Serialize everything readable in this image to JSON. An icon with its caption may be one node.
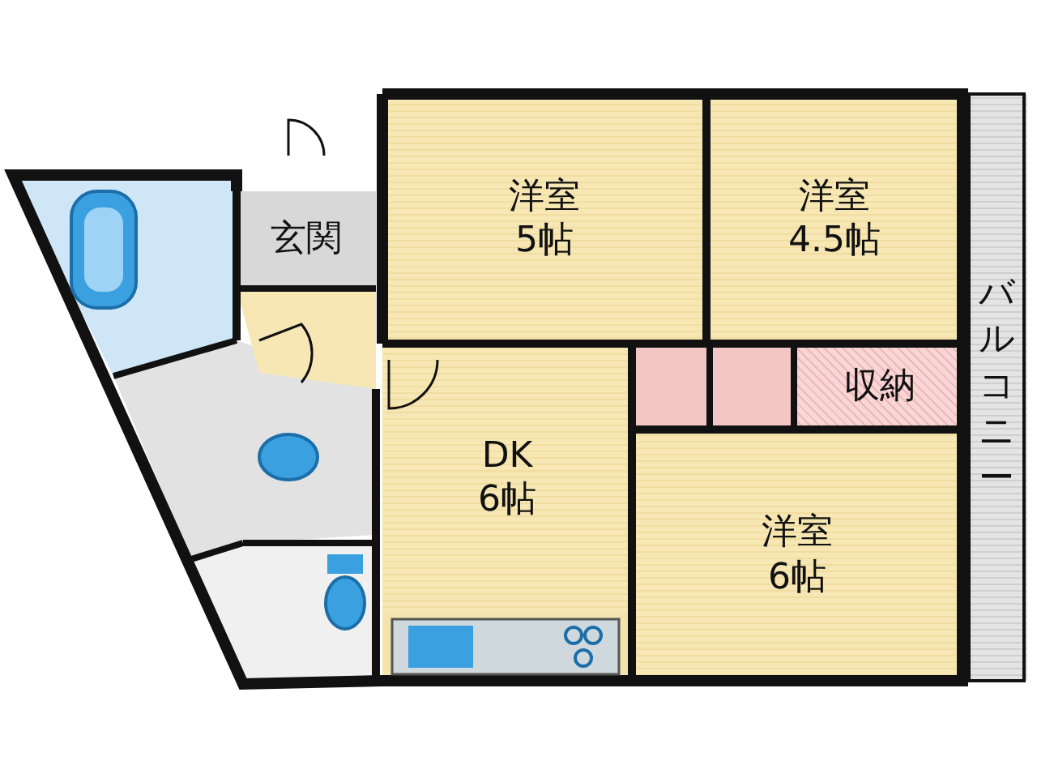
{
  "diagram": {
    "nodes": [
      {
        "text": [
          "洋室",
          "5帖"
        ]
      },
      {
        "text": [
          "洋室",
          "4.5帖"
        ]
      },
      {
        "text": [
          "玄関"
        ]
      },
      {
        "text": [
          "DK",
          "6帖"
        ]
      },
      {
        "text": [
          "収納"
        ]
      },
      {
        "text": [
          "洋室",
          "6帖"
        ]
      },
      {
        "text": [
          "バルコニー"
        ]
      }
    ]
  }
}
